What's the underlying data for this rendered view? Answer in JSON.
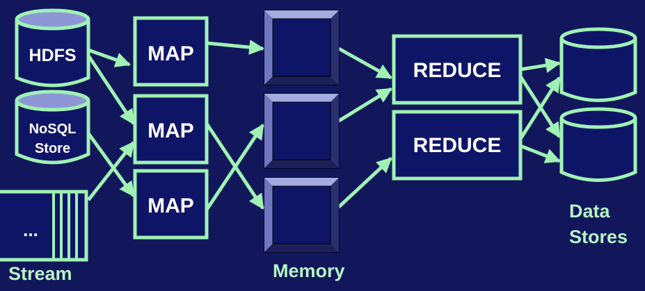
{
  "sources": {
    "hdfs": "HDFS",
    "nosql_line1": "NoSQL",
    "nosql_line2": "Store",
    "stream_dots": "...",
    "stream_label": "Stream"
  },
  "map_boxes": [
    "MAP",
    "MAP",
    "MAP"
  ],
  "memory_label": "Memory",
  "reduce_boxes": [
    "REDUCE",
    "REDUCE"
  ],
  "data_stores": {
    "line1": "Data",
    "line2": "Stores"
  },
  "colors": {
    "background": "#11175a",
    "stroke_green": "#9ff2b4",
    "label_text": "#b7f2c6",
    "box_text": "#ffffff",
    "box_fill": "#0f1566"
  }
}
